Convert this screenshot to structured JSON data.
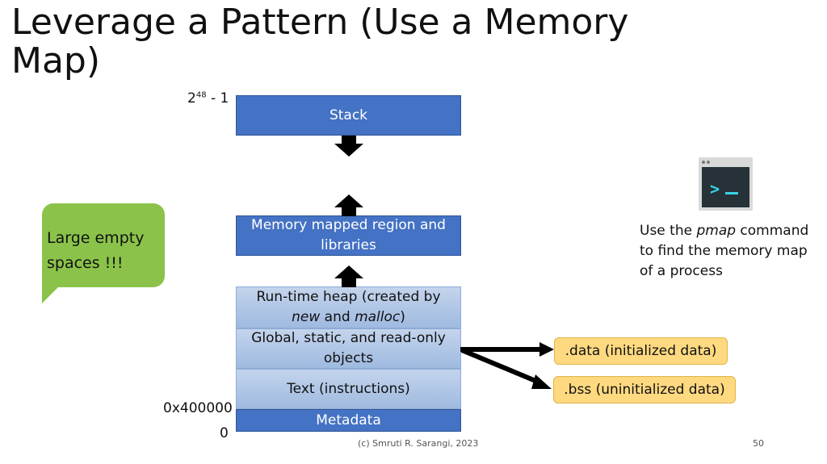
{
  "slide": {
    "title": "Leverage a Pattern (Use a Memory Map)",
    "footer": "(c) Smruti R. Sarangi, 2023",
    "page_number": "50"
  },
  "memory_map": {
    "top_address_base": "2",
    "top_address_exp": "48",
    "top_address_suffix": " - 1",
    "addr_text_start": "0x400000",
    "addr_zero": "0",
    "stack": "Stack",
    "mmap": "Memory mapped region and libraries",
    "heap_part1": "Run-time heap (created by",
    "heap_new": "new",
    "heap_and": " and ",
    "heap_malloc": "malloc",
    "heap_close": ")",
    "global": "Global, static, and read-only objects",
    "text": "Text (instructions)",
    "metadata": "Metadata"
  },
  "callouts": {
    "bubble": "Large empty spaces !!!",
    "data": ".data (initialized data)",
    "bss": ".bss (uninitialized data)"
  },
  "pmap_note": {
    "prefix": "Use the ",
    "command": "pmap",
    "suffix": " command to find the memory map of a process"
  },
  "icons": {
    "terminal": "terminal-icon"
  },
  "colors": {
    "dark_block": "#4472c4",
    "light_block": "#b4c7e7",
    "bubble": "#8bc34a",
    "tag": "#ffd980"
  }
}
